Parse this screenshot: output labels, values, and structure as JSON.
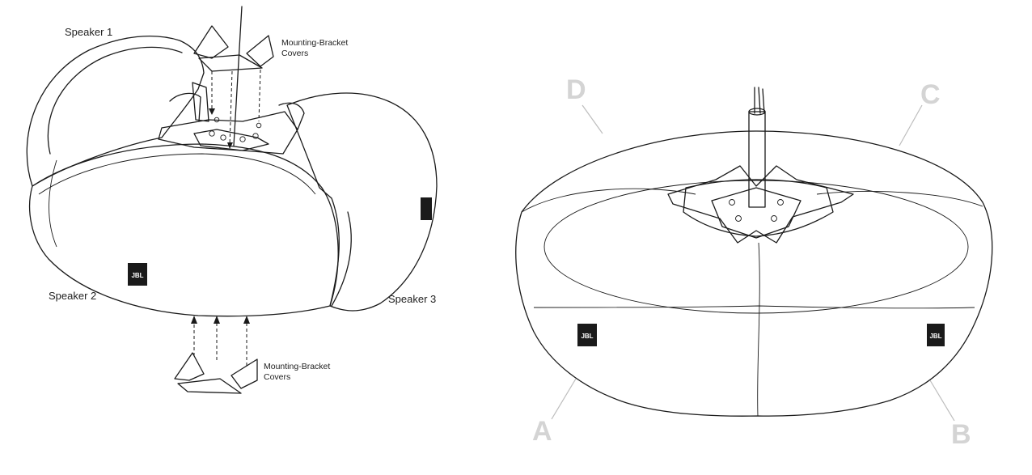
{
  "left_figure": {
    "speaker_1": "Speaker 1",
    "speaker_2": "Speaker 2",
    "speaker_3": "Speaker 3",
    "top_covers_line1": "Mounting-Bracket",
    "top_covers_line2": "Covers",
    "bottom_covers_line1": "Mounting-Bracket",
    "bottom_covers_line2": "Covers",
    "logo": "JBL"
  },
  "right_figure": {
    "corner_a": "A",
    "corner_b": "B",
    "corner_c": "C",
    "corner_d": "D",
    "logo": "JBL"
  },
  "colors": {
    "ink": "#1a1a1a",
    "ghost_letter": "#d4d4d4",
    "ghost_line": "#bdbdbd"
  }
}
